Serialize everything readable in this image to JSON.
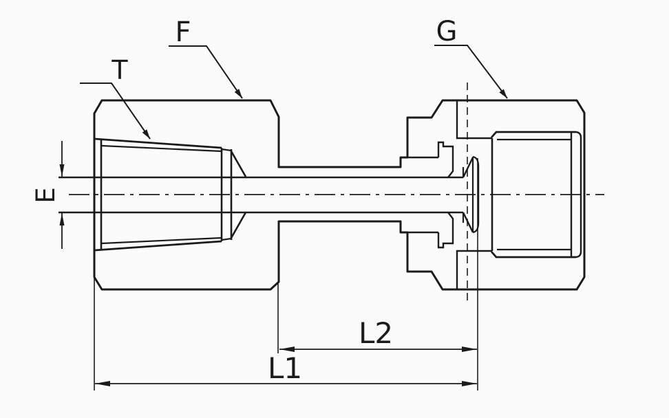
{
  "diagram": {
    "type": "technical-drawing",
    "description": "Cross-section drawing of a female connector tube fitting with hex body, swivel nut and tapered thread",
    "labels": {
      "taper_thread": "T",
      "hex_flat": "F",
      "nut": "G",
      "bore_diameter": "E",
      "overall_length": "L1",
      "intermediate_length": "L2"
    },
    "colors": {
      "line": "#1b1b1b",
      "background": "#fbfbfb"
    }
  }
}
